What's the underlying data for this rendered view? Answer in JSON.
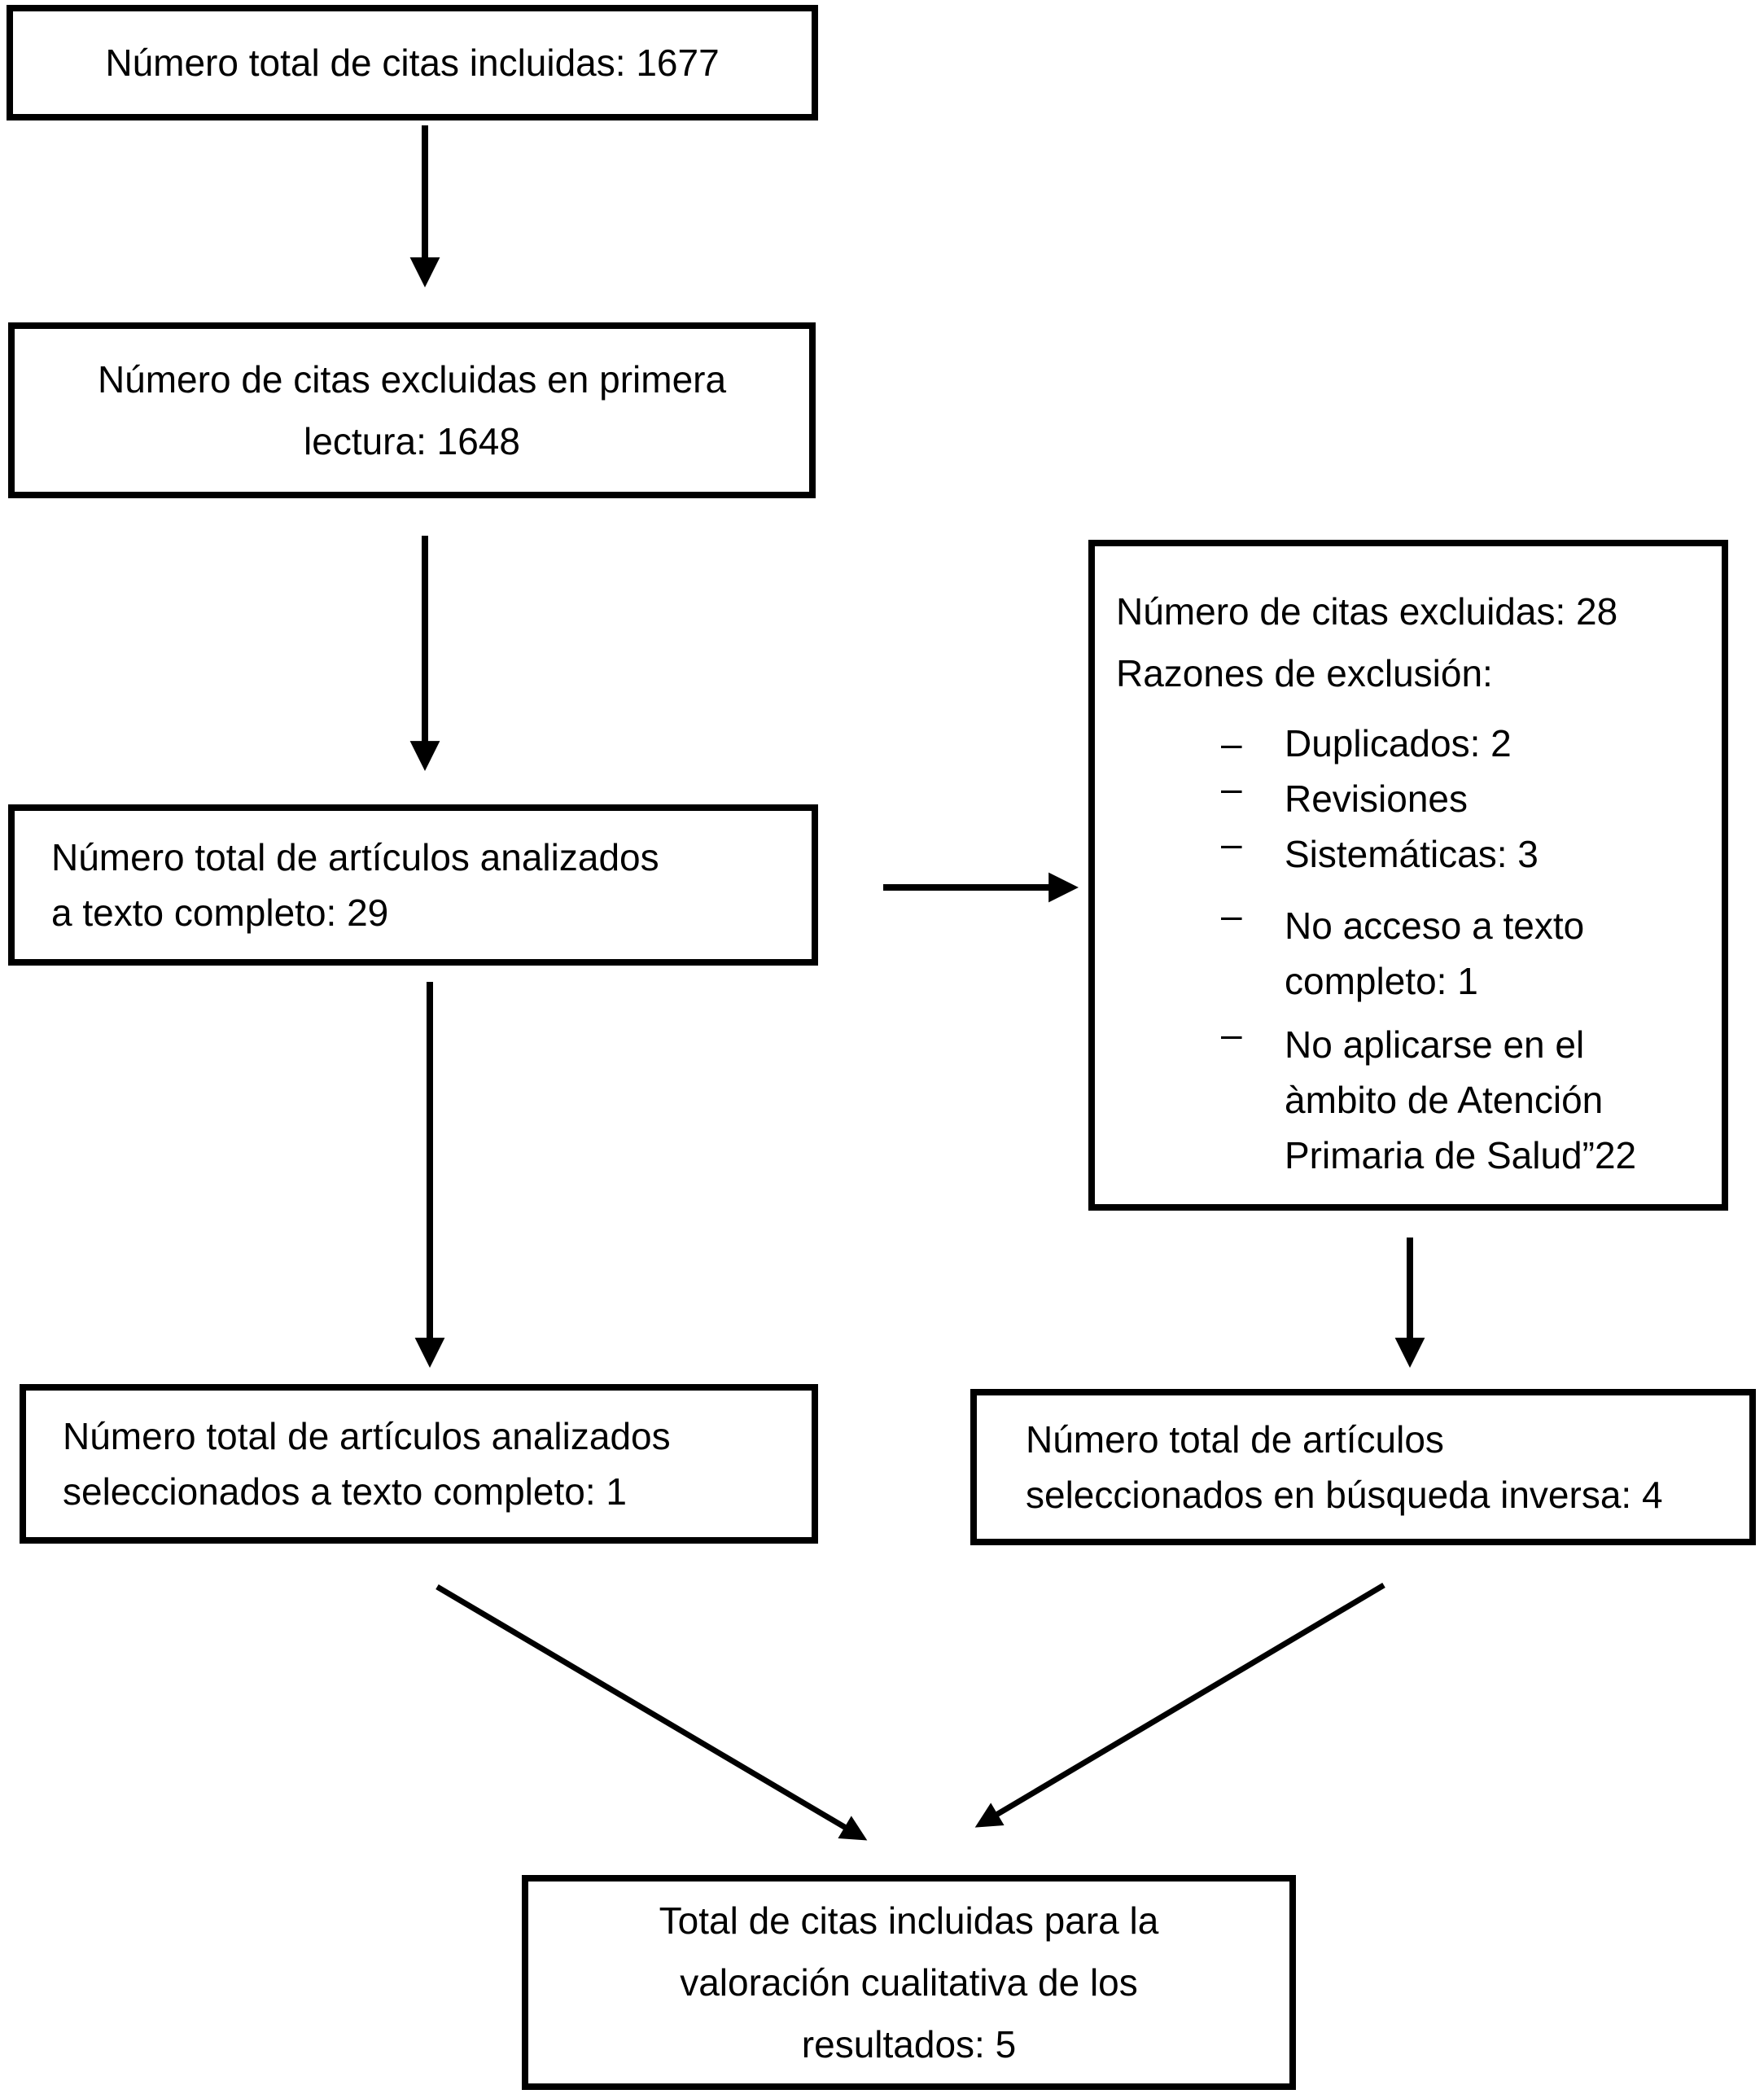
{
  "diagram": {
    "colors": {
      "line": "#000000",
      "box_fill": "#ffffff",
      "text": "#000000"
    },
    "boxes": {
      "total_included": "Número total de citas incluidas: 1677",
      "excluded_first_reading": "Número de citas excluidas en primera\nlectura: 1648",
      "fulltext_analyzed": "Número total de artículos analizados\na texto completo: 29",
      "fulltext_selected": "Número total de artículos analizados\nseleccionados a texto completo: 1",
      "reverse_search_selected": "Número total de artículos\nseleccionados en búsqueda inversa: 4",
      "total_for_qualitative": "Total de citas incluidas para la\nvaloración cualitativa de los\nresultados: 5"
    },
    "exclusions_box": {
      "title": "Número de citas excluidas: 28",
      "subtitle": "Razones de exclusión:",
      "bullet": "–",
      "items": [
        "Duplicados: 2",
        "Revisiones",
        "Sistemáticas: 3",
        "No acceso a texto\ncompleto: 1",
        "No aplicarse en el\nàmbito de Atención\nPrimaria de Salud”22"
      ]
    }
  }
}
